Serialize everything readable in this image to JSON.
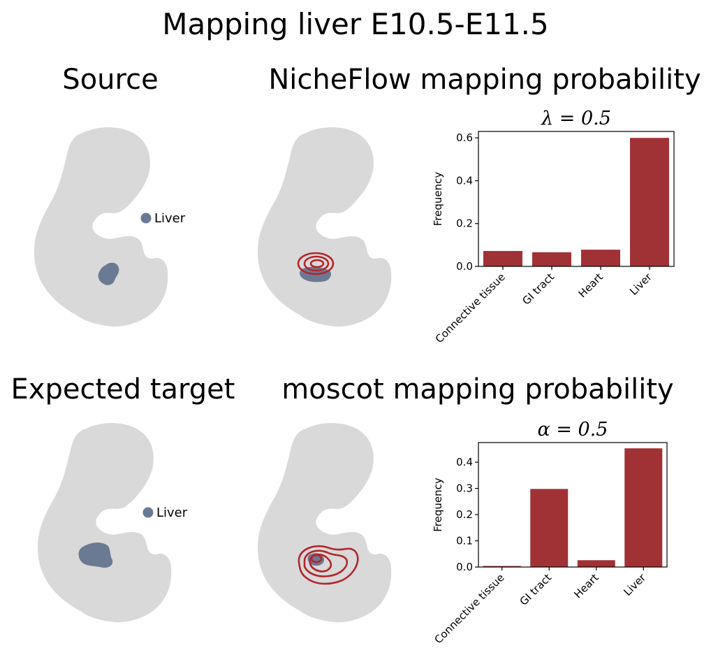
{
  "main_title": "Mapping liver E10.5-E11.5",
  "panels": {
    "source_title": "Source",
    "nicheflow_title": "NicheFlow mapping probability",
    "expected_title": "Expected target",
    "moscot_title": "moscot mapping probability"
  },
  "legend_label": "Liver",
  "colors": {
    "embryo": "#d9d9d9",
    "cells": "#6b7a93",
    "bar": "#a03236",
    "contour": "#b2262b"
  },
  "chart_data": [
    {
      "type": "bar",
      "title": "λ = 0.5",
      "categories": [
        "Connective tissue",
        "GI tract",
        "Heart",
        "Liver"
      ],
      "values": [
        0.072,
        0.066,
        0.078,
        0.6
      ],
      "ylabel": "Frequency",
      "xlabel": "",
      "ylim": [
        0,
        0.63
      ],
      "yticks": [
        "0.0",
        "0.2",
        "0.4",
        "0.6"
      ],
      "ytick_values": [
        0,
        0.2,
        0.4,
        0.6
      ]
    },
    {
      "type": "bar",
      "title": "α = 0.5",
      "categories": [
        "Connective tissue",
        "GI tract",
        "Heart",
        "Liver"
      ],
      "values": [
        0.004,
        0.298,
        0.026,
        0.453
      ],
      "ylabel": "Frequency",
      "xlabel": "",
      "ylim": [
        0,
        0.475
      ],
      "yticks": [
        "0.0",
        "0.1",
        "0.2",
        "0.3",
        "0.4"
      ],
      "ytick_values": [
        0,
        0.1,
        0.2,
        0.3,
        0.4
      ]
    }
  ]
}
